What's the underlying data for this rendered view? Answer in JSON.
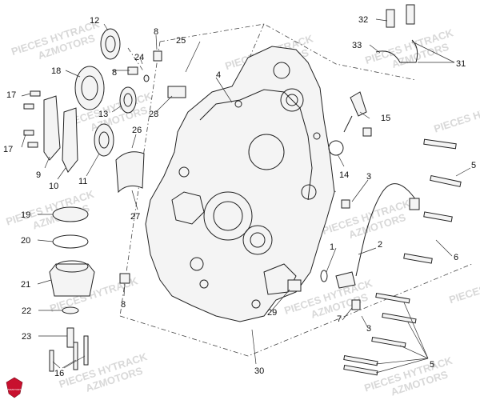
{
  "watermark": {
    "line1": "PIECES HYTRACK",
    "line2": "AZMOTORS"
  },
  "logo": {
    "text": "AZMOTORS",
    "color": "#c8102e"
  },
  "callouts": [
    {
      "id": "c1",
      "label": "1"
    },
    {
      "id": "c2",
      "label": "2"
    },
    {
      "id": "c3a",
      "label": "3"
    },
    {
      "id": "c3b",
      "label": "3"
    },
    {
      "id": "c4",
      "label": "4"
    },
    {
      "id": "c5a",
      "label": "5"
    },
    {
      "id": "c5b",
      "label": "5"
    },
    {
      "id": "c6",
      "label": "6"
    },
    {
      "id": "c7",
      "label": "7"
    },
    {
      "id": "c8a",
      "label": "8"
    },
    {
      "id": "c8b",
      "label": "8"
    },
    {
      "id": "c8c",
      "label": "8"
    },
    {
      "id": "c9",
      "label": "9"
    },
    {
      "id": "c10",
      "label": "10"
    },
    {
      "id": "c11",
      "label": "11"
    },
    {
      "id": "c12",
      "label": "12"
    },
    {
      "id": "c13",
      "label": "13"
    },
    {
      "id": "c14",
      "label": "14"
    },
    {
      "id": "c15",
      "label": "15"
    },
    {
      "id": "c16",
      "label": "16"
    },
    {
      "id": "c17a",
      "label": "17"
    },
    {
      "id": "c17b",
      "label": "17"
    },
    {
      "id": "c18",
      "label": "18"
    },
    {
      "id": "c19",
      "label": "19"
    },
    {
      "id": "c20",
      "label": "20"
    },
    {
      "id": "c21",
      "label": "21"
    },
    {
      "id": "c22",
      "label": "22"
    },
    {
      "id": "c23",
      "label": "23"
    },
    {
      "id": "c24",
      "label": "24"
    },
    {
      "id": "c25",
      "label": "25"
    },
    {
      "id": "c26",
      "label": "26"
    },
    {
      "id": "c27",
      "label": "27"
    },
    {
      "id": "c28",
      "label": "28"
    },
    {
      "id": "c29",
      "label": "29"
    },
    {
      "id": "c30",
      "label": "30"
    },
    {
      "id": "c31",
      "label": "31"
    },
    {
      "id": "c32",
      "label": "32"
    },
    {
      "id": "c33",
      "label": "33"
    }
  ]
}
